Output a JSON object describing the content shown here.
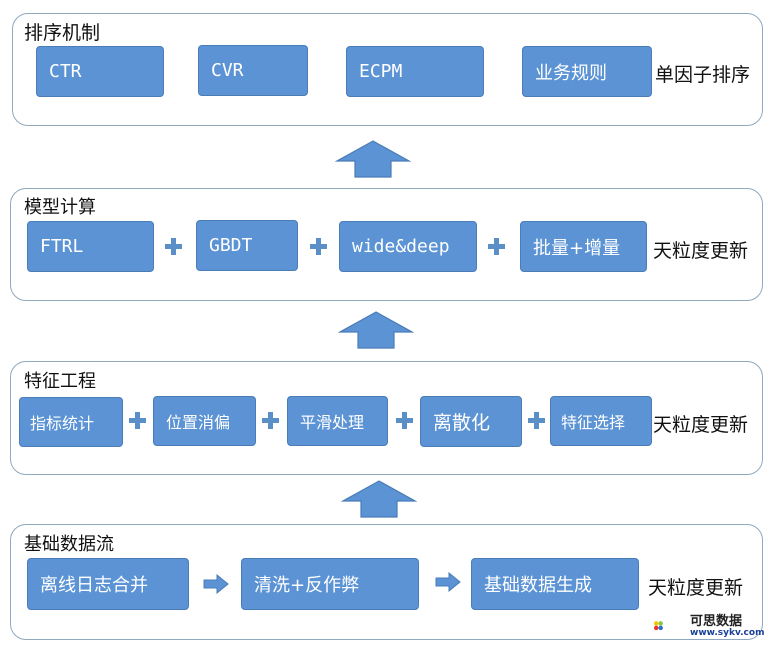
{
  "layers": [
    {
      "title": "排序机制",
      "side_label": "单因子排序",
      "items": [
        "CTR",
        "CVR",
        "ECPM",
        "业务规则"
      ],
      "connector": "none"
    },
    {
      "title": "模型计算",
      "side_label": "天粒度更新",
      "items": [
        "FTRL",
        "GBDT",
        "wide&deep",
        "批量+增量"
      ],
      "connector": "plus"
    },
    {
      "title": "特征工程",
      "side_label": "天粒度更新",
      "items": [
        "指标统计",
        "位置消偏",
        "平滑处理",
        "离散化",
        "特征选择"
      ],
      "connector": "plus"
    },
    {
      "title": "基础数据流",
      "side_label": "天粒度更新",
      "items": [
        "离线日志合并",
        "清洗+反作弊",
        "基础数据生成"
      ],
      "connector": "right-arrow"
    }
  ],
  "watermark": {
    "text": "可思数据",
    "url": "www.sykv.com"
  },
  "colors": {
    "box_fill": "#5b93d4",
    "box_border": "#4a7cb7",
    "arrow_fill": "#5b93d4",
    "panel_border": "#8fa9bf"
  }
}
